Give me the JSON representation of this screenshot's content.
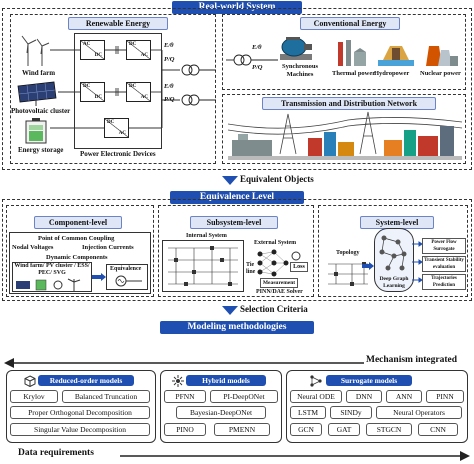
{
  "banners": {
    "real_world": "Real-world System",
    "equivalence": "Equivalence Level",
    "modeling": "Modeling methodologies"
  },
  "renewable": {
    "title": "Renewable Energy",
    "wind": "Wind farm",
    "pv": "Photovoltaic cluster",
    "storage": "Energy storage",
    "ped": "Power Electronic Devices",
    "eo": "E/θ",
    "pq": "P/Q",
    "conv_ac": "AC",
    "conv_dc": "DC"
  },
  "conventional": {
    "title": "Conventional Energy",
    "sync": "Synchronous Machines",
    "thermal": "Thermal power",
    "hydro": "Hydropower",
    "nuclear": "Nuclear power",
    "eo": "E/θ",
    "pq": "P/Q"
  },
  "tdn": {
    "title": "Transmission and Distribution Network"
  },
  "criteria": {
    "equivalent_objects": "Equivalent Objects",
    "selection": "Selection Criteria"
  },
  "component": {
    "title": "Component-level",
    "pcc": "Point of Common Coupling",
    "nodal": "Nodal Voltages",
    "injection": "Injection Currents",
    "dynamic": "Dynamic Components",
    "cluster": "Wind farm/ PV cluster / ESS/ PEC/ SVG",
    "equivalence": "Equivalence"
  },
  "subsystem": {
    "title": "Subsystem-level",
    "internal": "Internal System",
    "external": "External System",
    "tie_line": "Tie line",
    "loss": "Loss",
    "measurement": "Measurement",
    "solver": "PINN/DAE Solver"
  },
  "system": {
    "title": "System-level",
    "topology": "Topology",
    "dgl": "Deep Graph Learning",
    "outputs": [
      "Power Flow Surrogate",
      "Transient Stability evaluation",
      "Trajectories Prediction"
    ]
  },
  "axes": {
    "mechanism": "Mechanism integrated",
    "data": "Data requirements"
  },
  "models": {
    "reduced": {
      "title": "Reduced-order models",
      "items": [
        "Krylov",
        "Balanced Truncation",
        "Proper Orthogonal Decomposition",
        "Singular Value Decomposition"
      ]
    },
    "hybrid": {
      "title": "Hybrid models",
      "items": [
        "PFNN",
        "PI-DeepONet",
        "Bayesian-DeepONet",
        "PINO",
        "PMENN"
      ]
    },
    "surrogate": {
      "title": "Surrogate models",
      "items": [
        "Neural ODE",
        "DNN",
        "ANN",
        "PINN",
        "LSTM",
        "SINDy",
        "Neural Operators",
        "GCN",
        "GAT",
        "STGCN",
        "CNN"
      ]
    }
  },
  "colors": {
    "accent": "#1f4fb0",
    "header_fill": "#dfe6f6"
  }
}
